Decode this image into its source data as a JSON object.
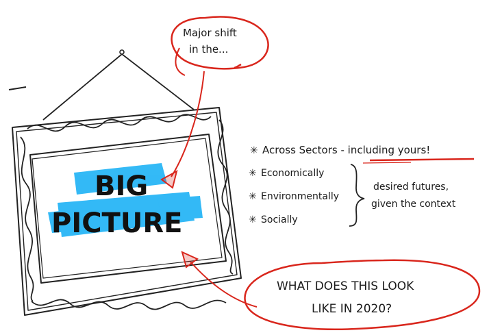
{
  "bubble_top": {
    "line1": "Major shift",
    "line2": "in the..."
  },
  "frame": {
    "line1": "BIG",
    "line2": "PICTURE",
    "highlight_color": "#29b6f6"
  },
  "bullets": {
    "marker": "✳",
    "item1_prefix": "Across Sectors - ",
    "item1_emphasis": "including yours!",
    "item2": "Economically",
    "item3": "Environmentally",
    "item4": "Socially"
  },
  "brace_note": {
    "line1": "desired futures,",
    "line2": "given the context"
  },
  "bubble_bottom": {
    "line1": "WHAT DOES THIS LOOK",
    "line2": "LIKE IN 2020?"
  },
  "colors": {
    "ink": "#1a1a1a",
    "accent_red": "#d9261c"
  }
}
